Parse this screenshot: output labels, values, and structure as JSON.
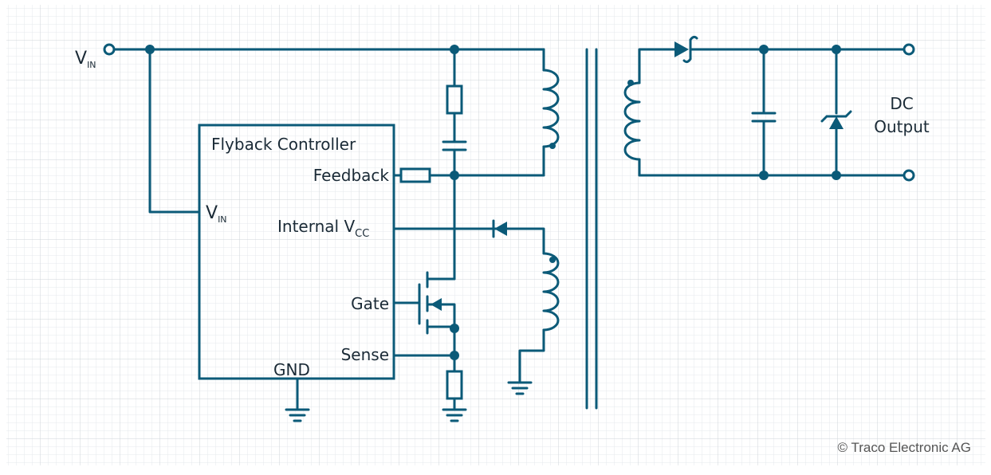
{
  "labels": {
    "vin_input_main": "V",
    "vin_input_sub": "IN",
    "controller_title": "Flyback Controller",
    "vin_pin_main": "V",
    "vin_pin_sub": "IN",
    "feedback_pin": "Feedback",
    "internal_vcc_main": "Internal V",
    "internal_vcc_sub": "CC",
    "gate_pin": "Gate",
    "sense_pin": "Sense",
    "gnd_pin": "GND",
    "dc_output_line1": "DC",
    "dc_output_line2": "Output",
    "copyright": "© Traco Electronic AG"
  },
  "colors": {
    "wire": "#0b5a78",
    "grid_minor": "#e6e9ec",
    "grid_major": "#cfd5da",
    "text": "#1a2a36"
  }
}
